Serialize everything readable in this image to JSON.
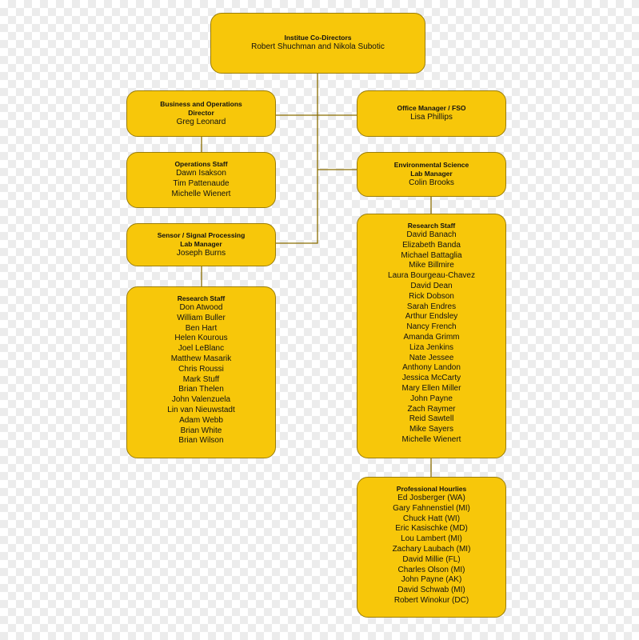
{
  "boxes": {
    "co_directors": {
      "title": "Institue Co-Directors",
      "names": [
        "Robert Shuchman and Nikola Subotic"
      ]
    },
    "business_ops": {
      "title": "Business and Operations\nDirector",
      "names": [
        "Greg Leonard"
      ]
    },
    "office_manager": {
      "title": "Office Manager / FSO",
      "names": [
        "Lisa Phillips"
      ]
    },
    "operations_staff": {
      "title": "Operations Staff",
      "names": [
        "Dawn Isakson",
        "Tim Pattenaude",
        "Michelle Wienert"
      ]
    },
    "env_lab": {
      "title": "Environmental Science\nLab Manager",
      "names": [
        "Colin Brooks"
      ]
    },
    "sensor_lab": {
      "title": "Sensor / Signal Processing\nLab Manager",
      "names": [
        "Joseph Burns"
      ]
    },
    "research_left": {
      "title": "Research Staff",
      "names": [
        "Don Atwood",
        "William Buller",
        "Ben Hart",
        "Helen Kourous",
        "Joel LeBlanc",
        "Matthew Masarik",
        "Chris Roussi",
        "Mark Stuff",
        "Brian Thelen",
        "John Valenzuela",
        "Lin van Nieuwstadt",
        "Adam Webb",
        "Brian White",
        "Brian Wilson"
      ]
    },
    "research_right": {
      "title": "Research Staff",
      "names": [
        "David Banach",
        "Elizabeth Banda",
        "Michael Battaglia",
        "Mike Billmire",
        "Laura Bourgeau-Chavez",
        "David Dean",
        "Rick Dobson",
        "Sarah Endres",
        "Arthur Endsley",
        "Nancy French",
        "Amanda Grimm",
        "Liza Jenkins",
        "Nate Jessee",
        "Anthony Landon",
        "Jessica McCarty",
        "Mary Ellen Miller",
        "John Payne",
        "Zach Raymer",
        "Reid Sawtell",
        "Mike Sayers",
        "Michelle Wienert"
      ]
    },
    "hourlies": {
      "title": "Professional Hourlies",
      "names": [
        "Ed Josberger (WA)",
        "Gary Fahnenstiel (MI)",
        "Chuck Hatt (WI)",
        "Eric Kasischke (MD)",
        "Lou Lambert (MI)",
        "Zachary Laubach (MI)",
        "David Millie (FL)",
        "Charles Olson (MI)",
        "John Payne (AK)",
        "David Schwab (MI)",
        "Robert Winokur (DC)"
      ]
    }
  },
  "colors": {
    "box_fill": "#f7c70a",
    "box_border": "#9a7d0a",
    "connector": "#8a6d00"
  }
}
